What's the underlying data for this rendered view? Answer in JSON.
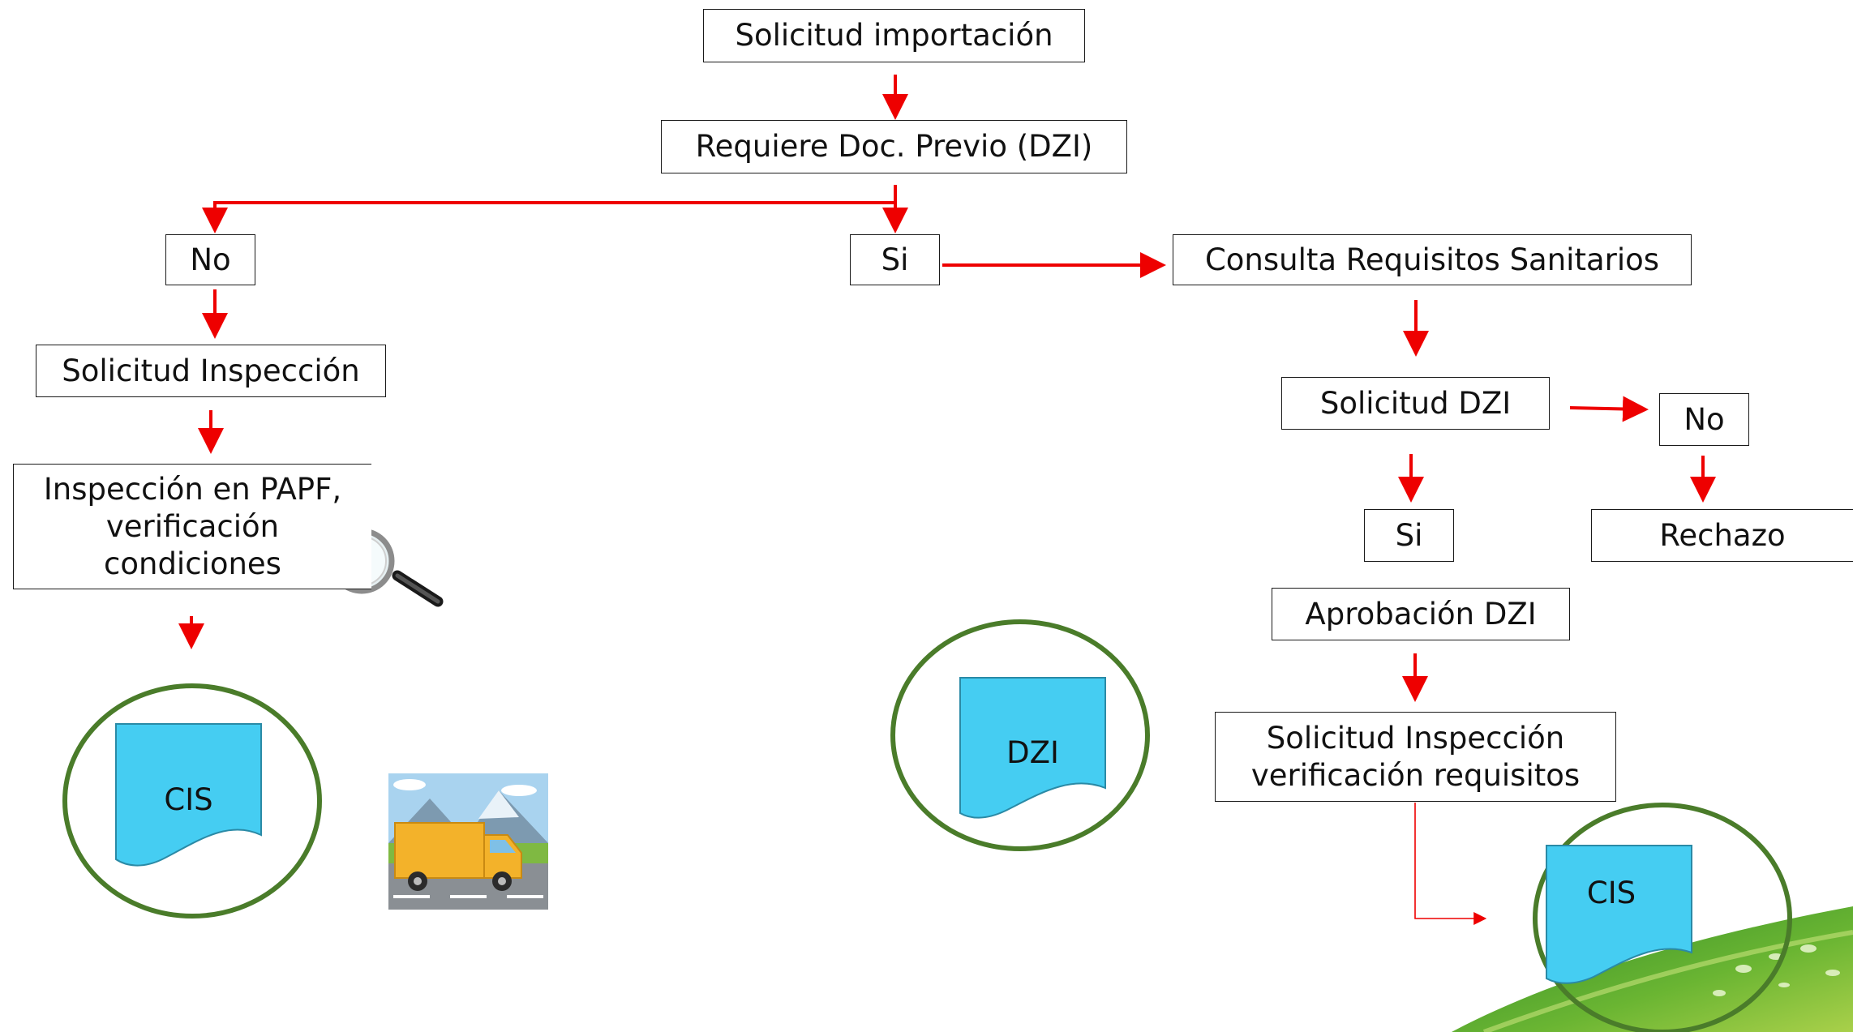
{
  "nodes": {
    "solicitud_importacion": "Solicitud importación",
    "requiere_doc": "Requiere Doc. Previo (DZI)",
    "no_left": "No",
    "si_center": "Si",
    "consulta_requisitos": "Consulta Requisitos Sanitarios",
    "solicitud_inspeccion": "Solicitud Inspección",
    "inspeccion_papf": "Inspección en PAPF,\nverificación\ncondiciones",
    "solicitud_dzi": "Solicitud  DZI",
    "no_right": "No",
    "si_right": "Si",
    "rechazo": "Rechazo",
    "aprobacion_dzi": "Aprobación DZI",
    "solicitud_inspeccion_requisitos": "Solicitud Inspección\nverificación requisitos"
  },
  "documents": {
    "cis_left": "CIS",
    "dzi": "DZI",
    "cis_right": "CIS"
  },
  "icons": [
    "magnifying-glass-icon",
    "delivery-truck-icon"
  ],
  "colors": {
    "arrow": "#ee0000",
    "document_fill": "#45cdf2",
    "circle_stroke": "#4a7c2a",
    "corner_green": "#5a9e2a"
  }
}
